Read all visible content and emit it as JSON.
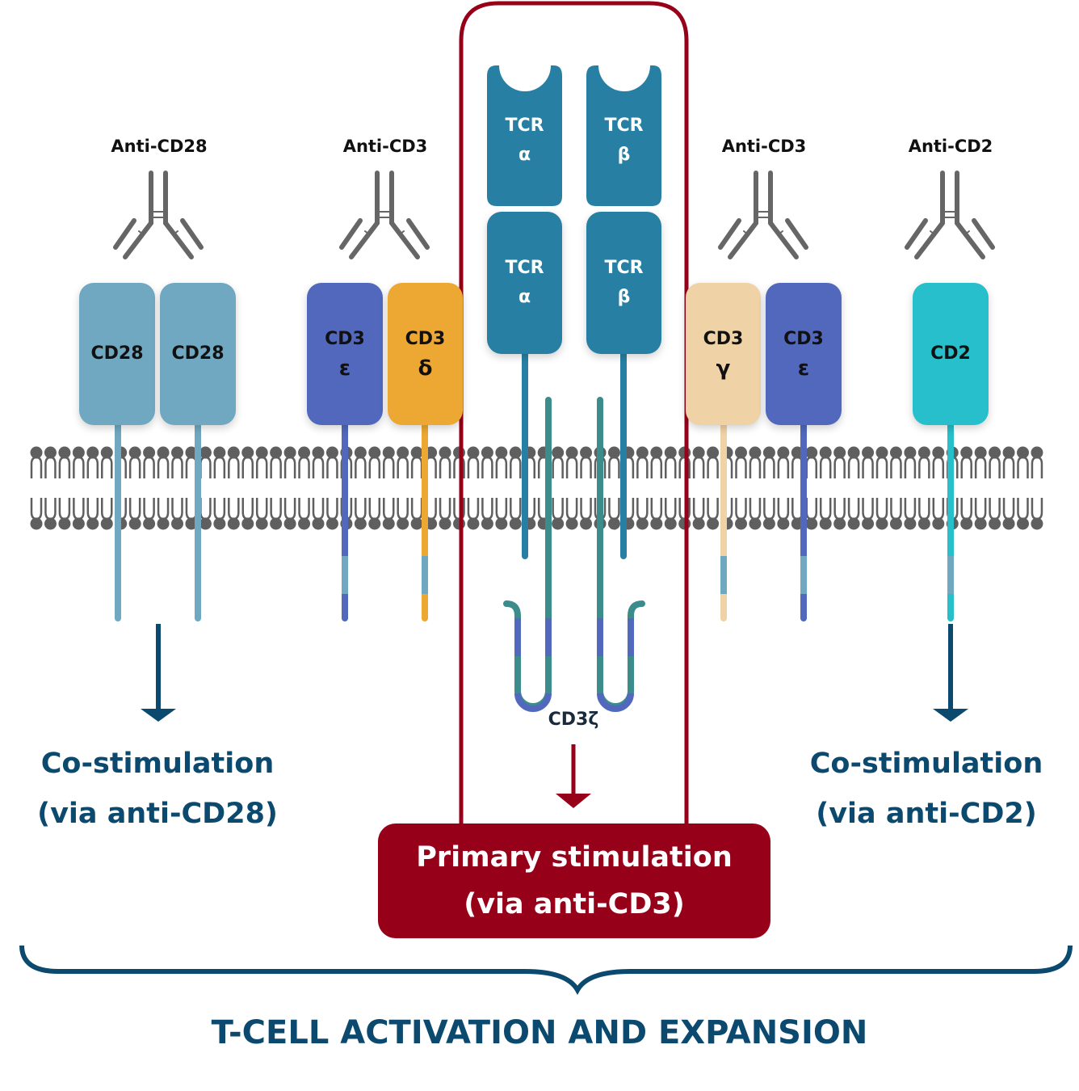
{
  "title": "T-CELL ACTIVATION AND EXPANSION",
  "colors": {
    "primary_red": "#960018",
    "dark_blue": "#0b4a6e",
    "cd28": "#6fa8c0",
    "cd3_epsilon": "#5168bd",
    "cd3_delta": "#eda733",
    "cd3_gamma": "#efd2a6",
    "cd2": "#26bfcb",
    "tcr": "#2780a4",
    "cd3_zeta": "#3d8c8c",
    "membrane": "#5f5f5f",
    "antibody": "#666666"
  },
  "antibodies": [
    {
      "label": "Anti-CD28",
      "target": "CD28"
    },
    {
      "label": "Anti-CD3",
      "target": "CD3 ε/δ"
    },
    {
      "label": "Anti-CD3",
      "target": "CD3 γ/ε"
    },
    {
      "label": "Anti-CD2",
      "target": "CD2"
    }
  ],
  "receptors": {
    "cd28_left": {
      "line1": "CD28"
    },
    "cd28_right": {
      "line1": "CD28"
    },
    "cd3_epsilon_left": {
      "line1": "CD3",
      "line2": "ε"
    },
    "cd3_delta": {
      "line1": "CD3",
      "line2": "δ"
    },
    "tcr_alpha_top": {
      "line1": "TCR",
      "line2": "α"
    },
    "tcr_beta_top": {
      "line1": "TCR",
      "line2": "β"
    },
    "tcr_alpha_bottom": {
      "line1": "TCR",
      "line2": "α"
    },
    "tcr_beta_bottom": {
      "line1": "TCR",
      "line2": "β"
    },
    "cd3_gamma": {
      "line1": "CD3",
      "line2": "γ"
    },
    "cd3_epsilon_right": {
      "line1": "CD3",
      "line2": "ε"
    },
    "cd2": {
      "line1": "CD2"
    }
  },
  "cd3_zeta_label": "CD3ζ",
  "outcomes": {
    "left": {
      "line1": "Co-stimulation",
      "line2": "(via anti-CD28)"
    },
    "center": {
      "line1": "Primary stimulation",
      "line2": "(via anti-CD3)"
    },
    "right": {
      "line1": "Co-stimulation",
      "line2": "(via anti-CD2)"
    }
  }
}
